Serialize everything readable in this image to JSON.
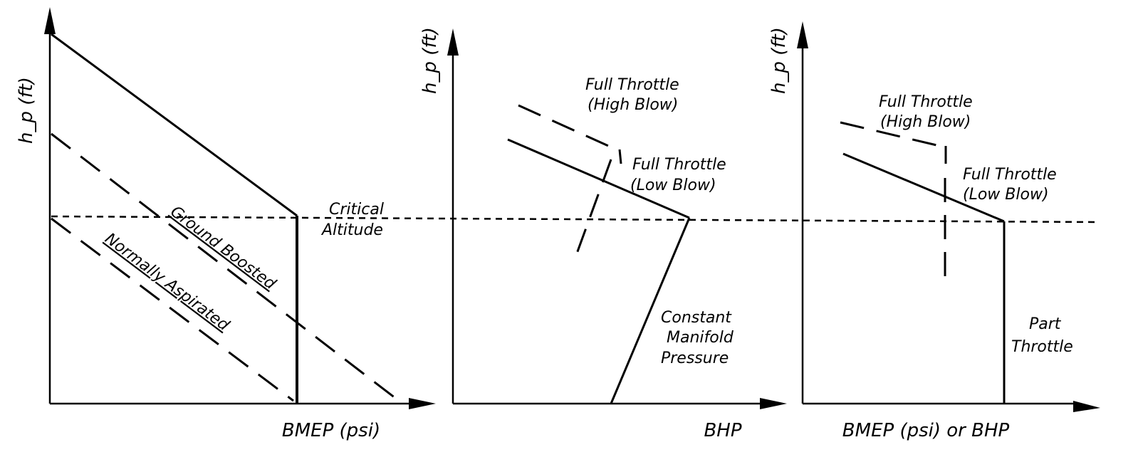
{
  "panel1": {
    "y_axis_label": "h_p (ft)",
    "x_axis_label": "BMEP (psi)",
    "critical_label_line1": "Critical",
    "critical_label_line2": "Altitude",
    "ground_boosted": "Ground Boosted",
    "normally_aspirated": "Normally Aspirated"
  },
  "panel2": {
    "y_axis_label": "h_p (ft)",
    "x_axis_label": "BHP",
    "high_blow_line1": "Full Throttle",
    "high_blow_line2": "(High Blow)",
    "low_blow_line1": "Full Throttle",
    "low_blow_line2": "(Low Blow)",
    "cmp_line1": "Constant",
    "cmp_line2": "Manifold",
    "cmp_line3": "Pressure"
  },
  "panel3": {
    "y_axis_label": "h_p (ft)",
    "x_axis_label": "BMEP (psi) or BHP",
    "high_blow_line1": "Full Throttle",
    "high_blow_line2": "(High Blow)",
    "low_blow_line1": "Full Throttle",
    "low_blow_line2": "(Low Blow)",
    "part_line1": "Part",
    "part_line2": "Throttle"
  }
}
